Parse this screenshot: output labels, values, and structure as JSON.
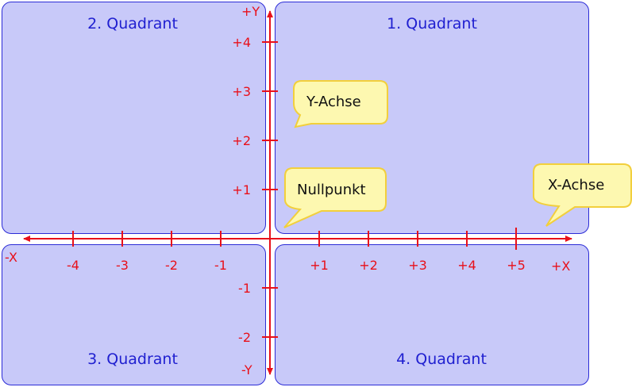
{
  "quadrants": {
    "q1": "1. Quadrant",
    "q2": "2. Quadrant",
    "q3": "3. Quadrant",
    "q4": "4. Quadrant"
  },
  "axes": {
    "x_pos_label": "+X",
    "x_neg_label": "-X",
    "y_pos_label": "+Y",
    "y_neg_label": "-Y",
    "x_ticks": [
      {
        "value": -4,
        "label": "-4"
      },
      {
        "value": -3,
        "label": "-3"
      },
      {
        "value": -2,
        "label": "-2"
      },
      {
        "value": -1,
        "label": "-1"
      },
      {
        "value": 1,
        "label": "+1"
      },
      {
        "value": 2,
        "label": "+2"
      },
      {
        "value": 3,
        "label": "+3"
      },
      {
        "value": 4,
        "label": "+4"
      },
      {
        "value": 5,
        "label": "+5"
      }
    ],
    "y_ticks": [
      {
        "value": 4,
        "label": "+4"
      },
      {
        "value": 3,
        "label": "+3"
      },
      {
        "value": 2,
        "label": "+2"
      },
      {
        "value": 1,
        "label": "+1"
      },
      {
        "value": -1,
        "label": "-1"
      },
      {
        "value": -2,
        "label": "-2"
      }
    ]
  },
  "callouts": {
    "y_axis": "Y-Achse",
    "origin": "Nullpunkt",
    "x_axis": "X-Achse"
  },
  "colors": {
    "axis": "#e8101a",
    "quadrant_fill": "#c8c9f9",
    "quadrant_border": "#2b2bd6",
    "quadrant_text": "#1f1fd0",
    "callout_fill": "#fdf8b0",
    "callout_border": "#f2cf3c"
  }
}
